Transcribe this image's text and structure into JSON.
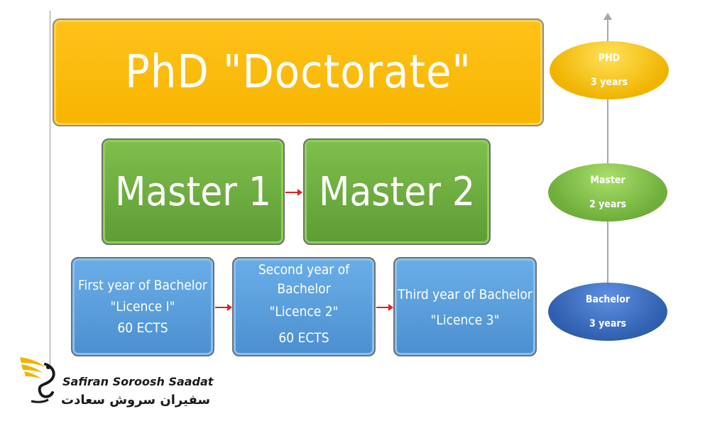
{
  "levels": {
    "phd": "PhD \"Doctorate\"",
    "master1": "Master 1",
    "master2": "Master 2",
    "bachelor": [
      {
        "line1": "First year of Bachelor",
        "line2": "\"Licence I\"",
        "line3": "60 ECTS"
      },
      {
        "line1": "Second year of",
        "line2": "Bachelor",
        "line3": "\"Licence 2\"",
        "line4": "60 ECTS"
      },
      {
        "line1": "Third year of Bachelor",
        "line2": "\"Licence 3\""
      }
    ]
  },
  "timeline": [
    {
      "label": "PHD",
      "duration": "3 years",
      "color": "#f0b400"
    },
    {
      "label": "Master",
      "duration": "2 years",
      "color": "#6fae3a"
    },
    {
      "label": "Bachelor",
      "duration": "3 years",
      "color": "#2f5fae"
    }
  ],
  "brand": {
    "name_en": "Safiran Soroosh Saadat",
    "name_fa": "سفیران سروش سعادت"
  },
  "colors": {
    "arrow": "#e02020",
    "phd_box": "#f7b500",
    "master_box": "#5e9c35",
    "bachelor_box": "#4b8fd0"
  }
}
